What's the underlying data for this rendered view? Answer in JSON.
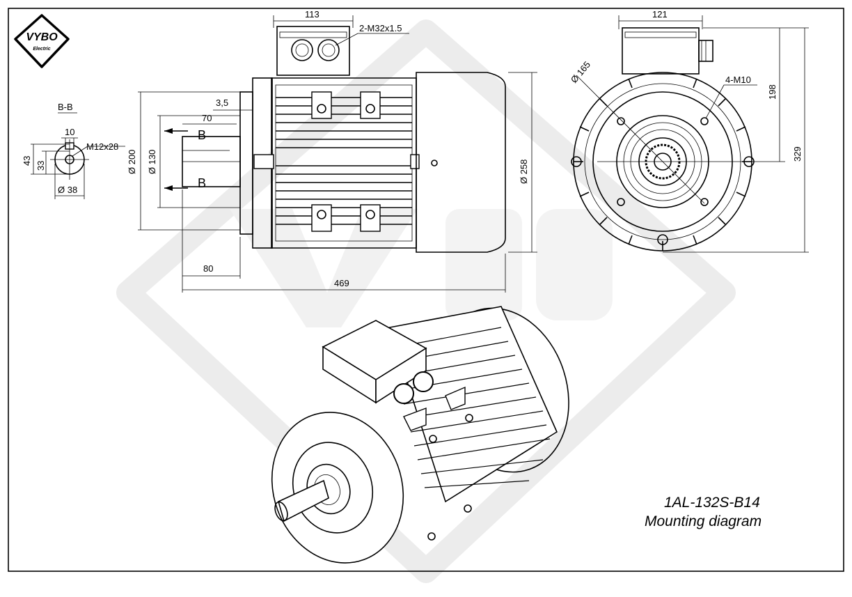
{
  "logo": {
    "brand": "VYBO",
    "sub": "Electric"
  },
  "section": {
    "label": "B-B",
    "dims": {
      "key_width": "10",
      "thread": "M12x28",
      "h_total": "43",
      "h_shaft": "33",
      "diameter": "Ø 38"
    }
  },
  "side_view": {
    "terminal_box_width": "113",
    "cable_glands": "2-M32x1.5",
    "flange_offset": "3,5",
    "shaft_key": "70",
    "flange_dia": "Ø 200",
    "spigot_dia": "Ø 130",
    "section_mark": "B",
    "shaft_length": "80",
    "total_length": "469",
    "frame_dia": "Ø 258"
  },
  "front_view": {
    "terminal_box_width": "121",
    "pcd": "Ø 165",
    "holes": "4-M10",
    "height_to_axis": "198",
    "total_height": "329"
  },
  "title": {
    "model": "1AL-132S-B14",
    "subtitle": "Mounting diagram"
  }
}
